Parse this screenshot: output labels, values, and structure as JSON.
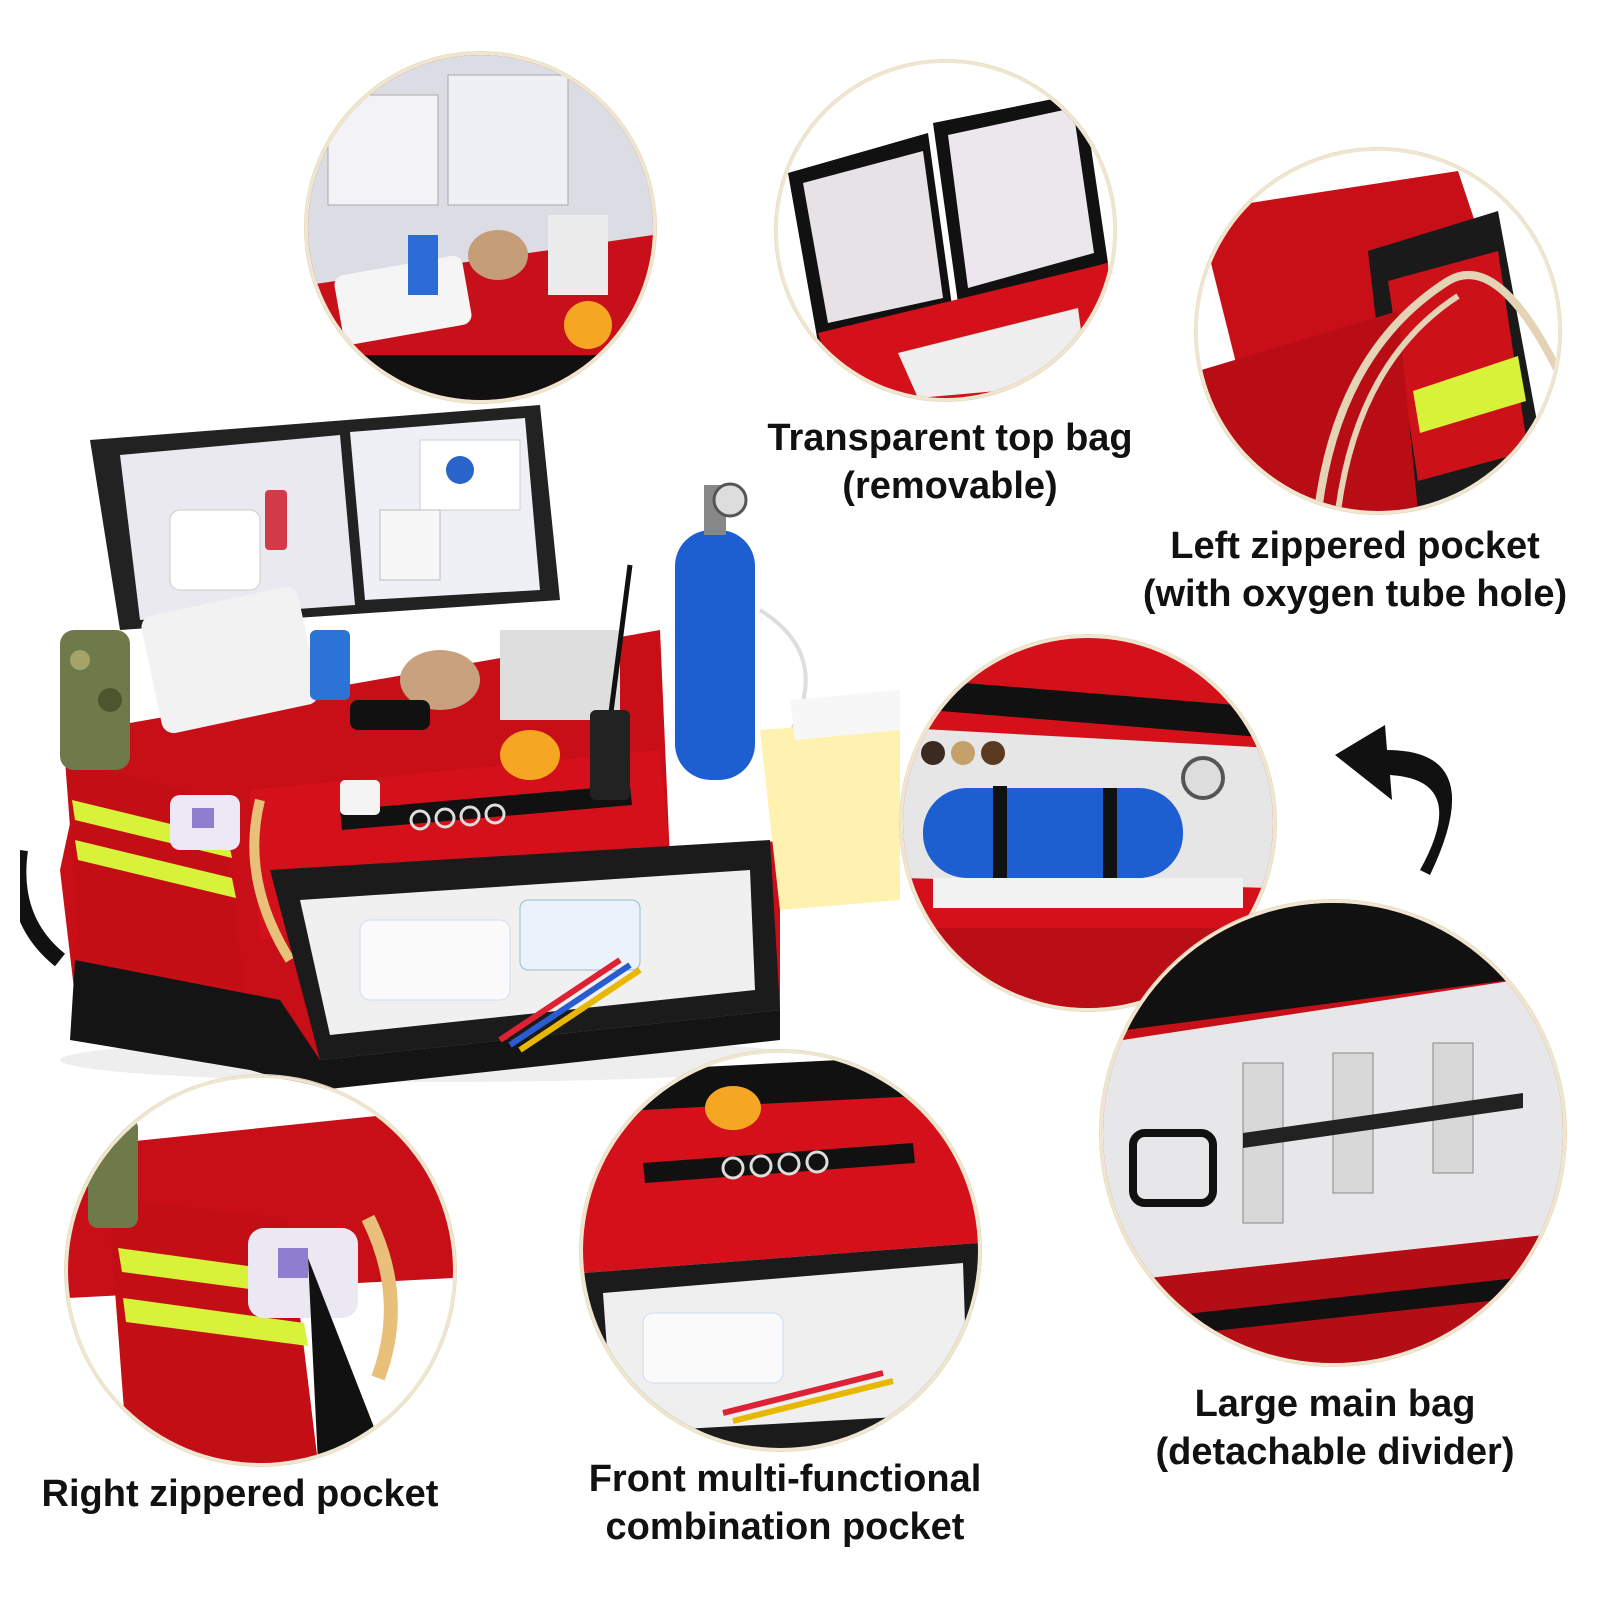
{
  "captions": {
    "top_bag": {
      "line1": "Transparent top bag",
      "line2": "(removable)"
    },
    "left_pocket": {
      "line1": "Left zippered pocket",
      "line2": "(with oxygen tube hole)"
    },
    "main_bag": {
      "line1": "Large main bag",
      "line2": "(detachable divider)"
    },
    "front_pocket": {
      "line1": "Front multi-functional",
      "line2": "combination pocket"
    },
    "right_pocket": {
      "line1": "Right zippered pocket"
    }
  },
  "colors": {
    "bag_red": "#d4101a",
    "bag_dark": "#1a1a1a",
    "reflective": "#d8f23a",
    "oxygen_blue": "#1d5fd0",
    "circle_border": "#efe6cf"
  },
  "icons": {
    "arrow": "curved-arrow-icon"
  }
}
